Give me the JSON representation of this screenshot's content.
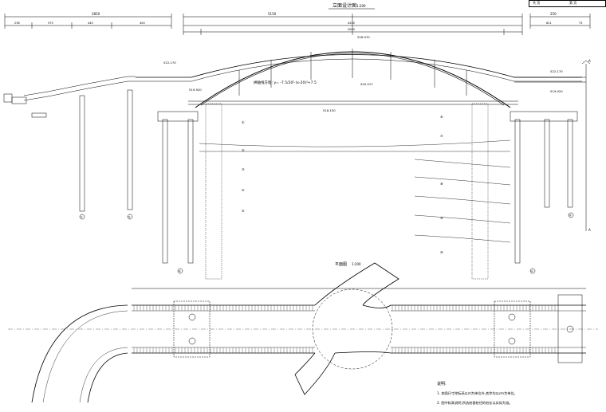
{
  "drawing": {
    "elevation_title": "立面设计图",
    "elevation_scale": "1:200",
    "plan_title": "平面图",
    "plan_scale": "1:200",
    "arch_formula": "拱轴线方程:  y= -7.5/20²·(x-20)²+7.5",
    "notes_title": "说明:",
    "notes": [
      "1. 本图尺寸除标高以m为单位外,其余均以cm为单位。",
      "2. 图中标高说明,所选桩基桩径的桩长以实际为准。"
    ],
    "elevations": [
      "526.970",
      "522.170",
      "522.170",
      "519.920",
      "520.017",
      "518.150",
      "519.920"
    ],
    "top_dims": [
      "2850",
      "236",
      "575",
      "445",
      "400",
      "5150",
      "4200",
      "250",
      "621",
      "75",
      "4000"
    ],
    "section_marker": "A",
    "pier_labels": [
      "①",
      "②",
      "③",
      "④",
      "⑤"
    ],
    "soil_layer_labels": [
      "①",
      "②",
      "③",
      "④",
      "⑤",
      "⑥",
      "⑦",
      "⑧",
      "⑨",
      "⑩"
    ],
    "layer_symbol": "ζ"
  },
  "title_block": {
    "cell1": "共 页",
    "cell2": "第 页"
  },
  "colors": {
    "line": "#000000",
    "background": "#ffffff"
  }
}
